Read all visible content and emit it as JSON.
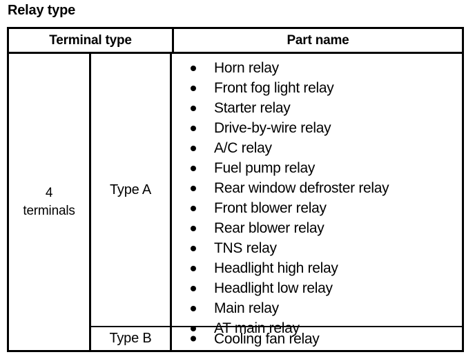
{
  "page": {
    "title": "Relay type",
    "background_color": "#ffffff",
    "text_color": "#000000",
    "border_color": "#000000"
  },
  "table": {
    "headers": {
      "terminal_type": "Terminal type",
      "part_name": "Part name"
    },
    "terminal_group": {
      "count": "4",
      "unit": "terminals"
    },
    "rows": [
      {
        "type_label": "Type A",
        "parts": [
          "Horn relay",
          "Front fog light relay",
          "Starter relay",
          "Drive-by-wire relay",
          "A/C relay",
          "Fuel pump relay",
          "Rear window defroster relay",
          "Front blower relay",
          "Rear blower relay",
          "TNS relay",
          "Headlight high relay",
          "Headlight low relay",
          "Main relay",
          "AT main relay"
        ]
      },
      {
        "type_label": "Type B",
        "parts": [
          "Cooling fan relay"
        ]
      }
    ]
  }
}
